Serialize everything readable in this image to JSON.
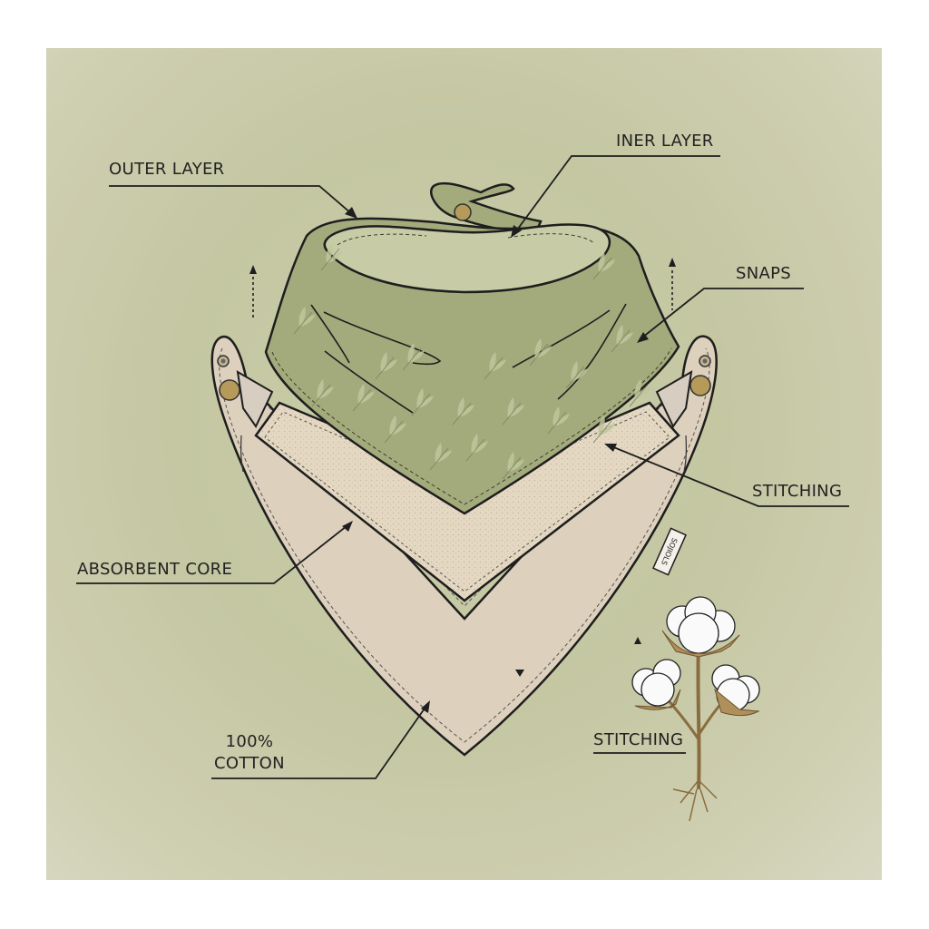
{
  "diagram": {
    "subject": "Baby bandana bib layer diagram",
    "colors": {
      "background": "#c6c9a4",
      "outer_layer": "#a3ab7c",
      "absorbent_core": "#e2d6c0",
      "cotton_back": "#ddd0bc",
      "snap": "#b59a5a",
      "outline": "#1e1e1e"
    },
    "labels": {
      "outer_layer": "OUTER LAYER",
      "inner_layer": "INER LAYER",
      "snaps": "SNAPS",
      "stitching_top": "STITCHING",
      "absorbent_core": "ABSORBENT CORE",
      "cotton_line1": "100%",
      "cotton_line2": "COTTON",
      "stitching_bottom": "STITCHING"
    },
    "tag_text": "SOJIOLS",
    "illustrations": [
      "green leaf-print bandana outer layer",
      "textured absorbent core layer",
      "beige cotton backing with snaps",
      "cotton plant with bolls and roots"
    ]
  }
}
